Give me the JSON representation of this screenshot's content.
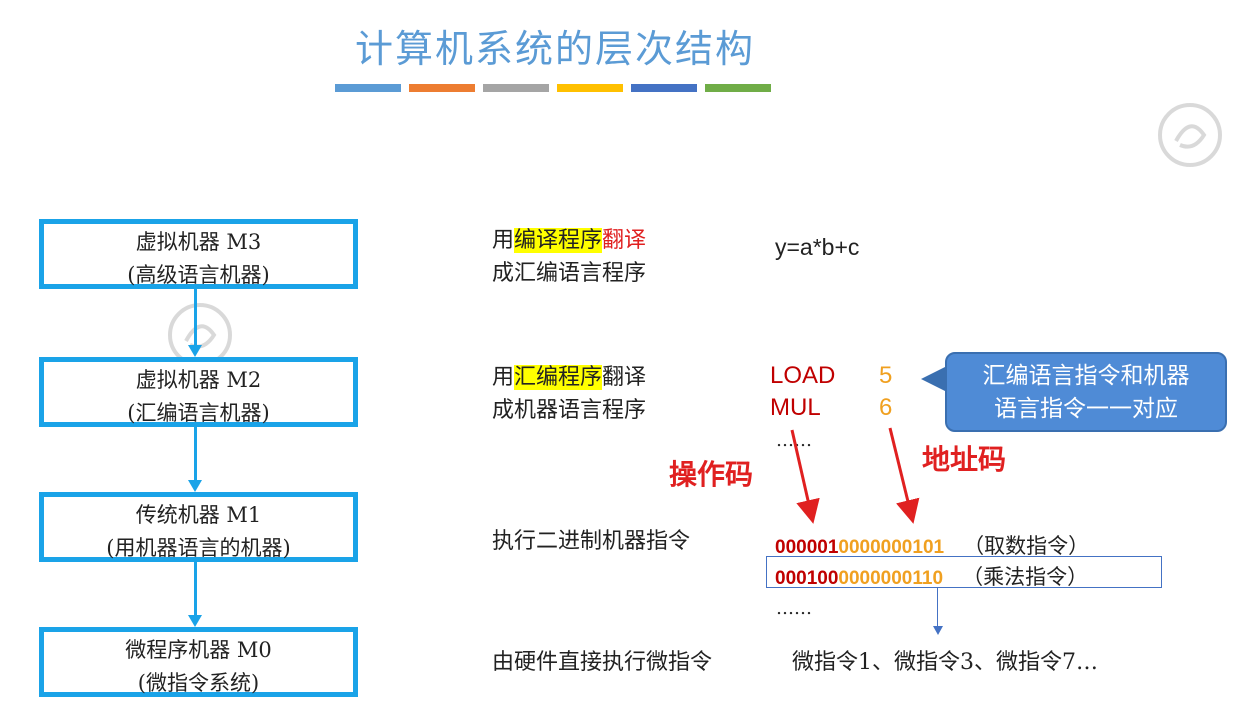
{
  "title": "计算机系统的层次结构",
  "colors": {
    "box_border": "#1aa3e8",
    "title": "#5b9bd5",
    "bars": [
      "#5b9bd5",
      "#ed7d31",
      "#a5a5a5",
      "#ffc000",
      "#4472c4",
      "#70ad47"
    ],
    "callout": "#4f8bd6",
    "red": "#e02020"
  },
  "levels": [
    {
      "line1": "虚拟机器 M3",
      "line2": "(高级语言机器)"
    },
    {
      "line1": "虚拟机器 M2",
      "line2": "(汇编语言机器)"
    },
    {
      "line1": "传统机器 M1",
      "line2": "(用机器语言的机器)"
    },
    {
      "line1": "微程序机器 M0",
      "line2": "(微指令系统)"
    }
  ],
  "desc": {
    "m3": {
      "pre": "用",
      "hl": "编译程序",
      "red": "翻译",
      "line2": "成汇编语言程序"
    },
    "m2": {
      "pre": "用",
      "hl": "汇编程序",
      "post": "翻译",
      "line2": "成机器语言程序"
    },
    "m1": "执行二进制机器指令",
    "m0": "由硬件直接执行微指令"
  },
  "expr": "y=a*b+c",
  "asm": {
    "load_op": "LOAD",
    "load_addr": "5",
    "mul_op": "MUL",
    "mul_addr": "6",
    "ellipsis": "……"
  },
  "callout": {
    "line1": "汇编语言指令和机器",
    "line2": "语言指令一一对应"
  },
  "labels": {
    "opcode": "操作码",
    "address": "地址码"
  },
  "binary": {
    "row1_op": "000001",
    "row1_addr": "0000000101",
    "row1_note": "（取数指令）",
    "row2_op": "000100",
    "row2_addr": "0000000110",
    "row2_note": "（乘法指令）",
    "ellipsis": "……"
  },
  "micro": "微指令1、微指令3、微指令7…"
}
